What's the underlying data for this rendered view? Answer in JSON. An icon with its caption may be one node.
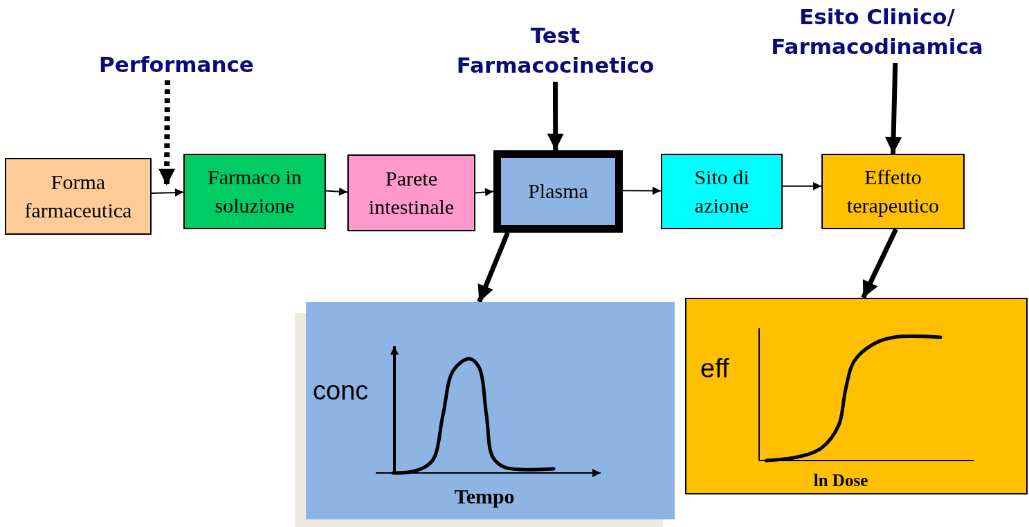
{
  "diagram": {
    "nodes": [
      {
        "text": [
          "Performance"
        ]
      },
      {
        "text": [
          "Test Farmacocinetico"
        ]
      },
      {
        "text": [
          "Esito Clinico/ Farmacodinamica"
        ]
      },
      {
        "text": [
          "Forma farmaceutica"
        ]
      },
      {
        "text": [
          "Farmaco in soluzione"
        ]
      },
      {
        "text": [
          "Parete intestinale"
        ]
      },
      {
        "text": [
          "Plasma"
        ]
      },
      {
        "text": [
          "Sito di azione"
        ]
      },
      {
        "text": [
          "Effetto terapeutico"
        ]
      },
      {
        "text": [
          "conc",
          "Tempo"
        ]
      },
      {
        "text": [
          "eff",
          "ln Dose"
        ]
      }
    ],
    "edges": [
      {
        "from": 0,
        "to": 4,
        "arrow": "to",
        "style": "dashed"
      },
      {
        "from": 1,
        "to": 6,
        "arrow": "to",
        "style": "thick"
      },
      {
        "from": 2,
        "to": 8,
        "arrow": "to",
        "style": "thick"
      },
      {
        "from": 3,
        "to": 4,
        "arrow": "to"
      },
      {
        "from": 4,
        "to": 5,
        "arrow": "to"
      },
      {
        "from": 5,
        "to": 6,
        "arrow": "to"
      },
      {
        "from": 6,
        "to": 7,
        "arrow": "to"
      },
      {
        "from": 7,
        "to": 8,
        "arrow": "to"
      },
      {
        "from": 6,
        "to": 9,
        "arrow": "to",
        "style": "thick"
      },
      {
        "from": 8,
        "to": 10,
        "arrow": "to",
        "style": "thick"
      }
    ]
  }
}
